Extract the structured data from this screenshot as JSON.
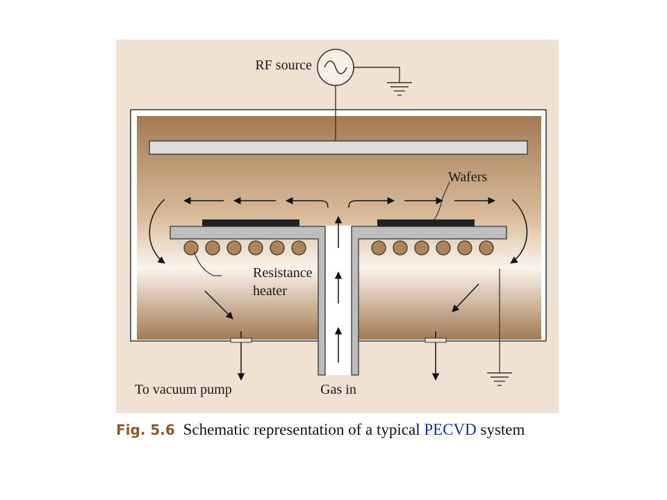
{
  "diagram": {
    "labels": {
      "rf_source": "RF source",
      "wafers": "Wafers",
      "resistance": "Resistance",
      "heater": "heater",
      "vacuum_pump": "To vacuum pump",
      "gas_in": "Gas in"
    },
    "heater_coils_per_side": 6,
    "colors": {
      "panel_bg": "#efe2d3",
      "chamber_dark": "#a37a52",
      "chamber_light": "#f7efe6",
      "electrode": "#dcdcdc",
      "platen": "#bdbdbd",
      "wafer": "#222222",
      "coil": "#b08358"
    }
  },
  "caption": {
    "label": "Fig. 5.6",
    "text_before": "Schematic representation of a typical",
    "highlight": "PECVD",
    "text_after": "system"
  }
}
